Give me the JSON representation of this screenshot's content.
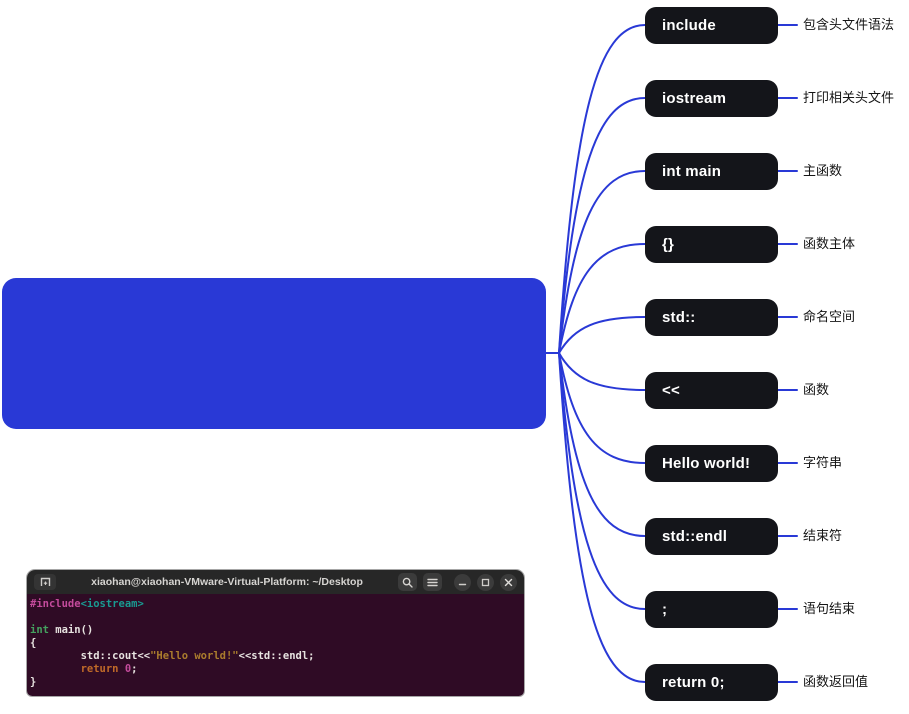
{
  "mindmap": {
    "connector_color": "#2939d6",
    "node_bg_color": "#14151a",
    "frame_color": "#2939d6",
    "nodes": [
      {
        "label": "include",
        "annotation": "包含头文件语法"
      },
      {
        "label": "iostream",
        "annotation": "打印相关头文件"
      },
      {
        "label": "int main",
        "annotation": "主函数"
      },
      {
        "label": "{}",
        "annotation": "函数主体"
      },
      {
        "label": "std::",
        "annotation": "命名空间"
      },
      {
        "label": "<<",
        "annotation": "函数"
      },
      {
        "label": "Hello world!",
        "annotation": "字符串"
      },
      {
        "label": "std::endl",
        "annotation": "结束符"
      },
      {
        "label": ";",
        "annotation": "语句结束"
      },
      {
        "label": "return 0;",
        "annotation": "函数返回值"
      }
    ]
  },
  "terminal": {
    "title": "xiaohan@xiaohan-VMware-Virtual-Platform: ~/Desktop",
    "icons": {
      "new_tab": "new-tab-icon",
      "search": "search-icon",
      "menu": "menu-icon",
      "minimize": "minimize-icon",
      "maximize": "maximize-icon",
      "close": "close-icon"
    },
    "body_bg": "#2f0b25",
    "code_colors": {
      "preprocessor": "#c44b9c",
      "header": "#199a91",
      "type": "#44a15f",
      "plain": "#e7e3e0",
      "string": "#ab7d2d",
      "keyword": "#c06a28",
      "number": "#c44b9c"
    },
    "code_lines": [
      {
        "segments": [
          {
            "text": "#include",
            "color": "preprocessor"
          },
          {
            "text": "<iostream>",
            "color": "header"
          }
        ]
      },
      {
        "segments": []
      },
      {
        "segments": [
          {
            "text": "int",
            "color": "type"
          },
          {
            "text": " main()",
            "color": "plain"
          }
        ]
      },
      {
        "segments": [
          {
            "text": "{",
            "color": "plain"
          }
        ]
      },
      {
        "segments": [
          {
            "text": "        std::cout<<",
            "color": "plain"
          },
          {
            "text": "\"Hello world!\"",
            "color": "string"
          },
          {
            "text": "<<std::endl;",
            "color": "plain"
          }
        ]
      },
      {
        "segments": [
          {
            "text": "        return",
            "color": "keyword"
          },
          {
            "text": " 0",
            "color": "number"
          },
          {
            "text": ";",
            "color": "plain"
          }
        ]
      },
      {
        "segments": [
          {
            "text": "}",
            "color": "plain"
          }
        ]
      }
    ]
  }
}
